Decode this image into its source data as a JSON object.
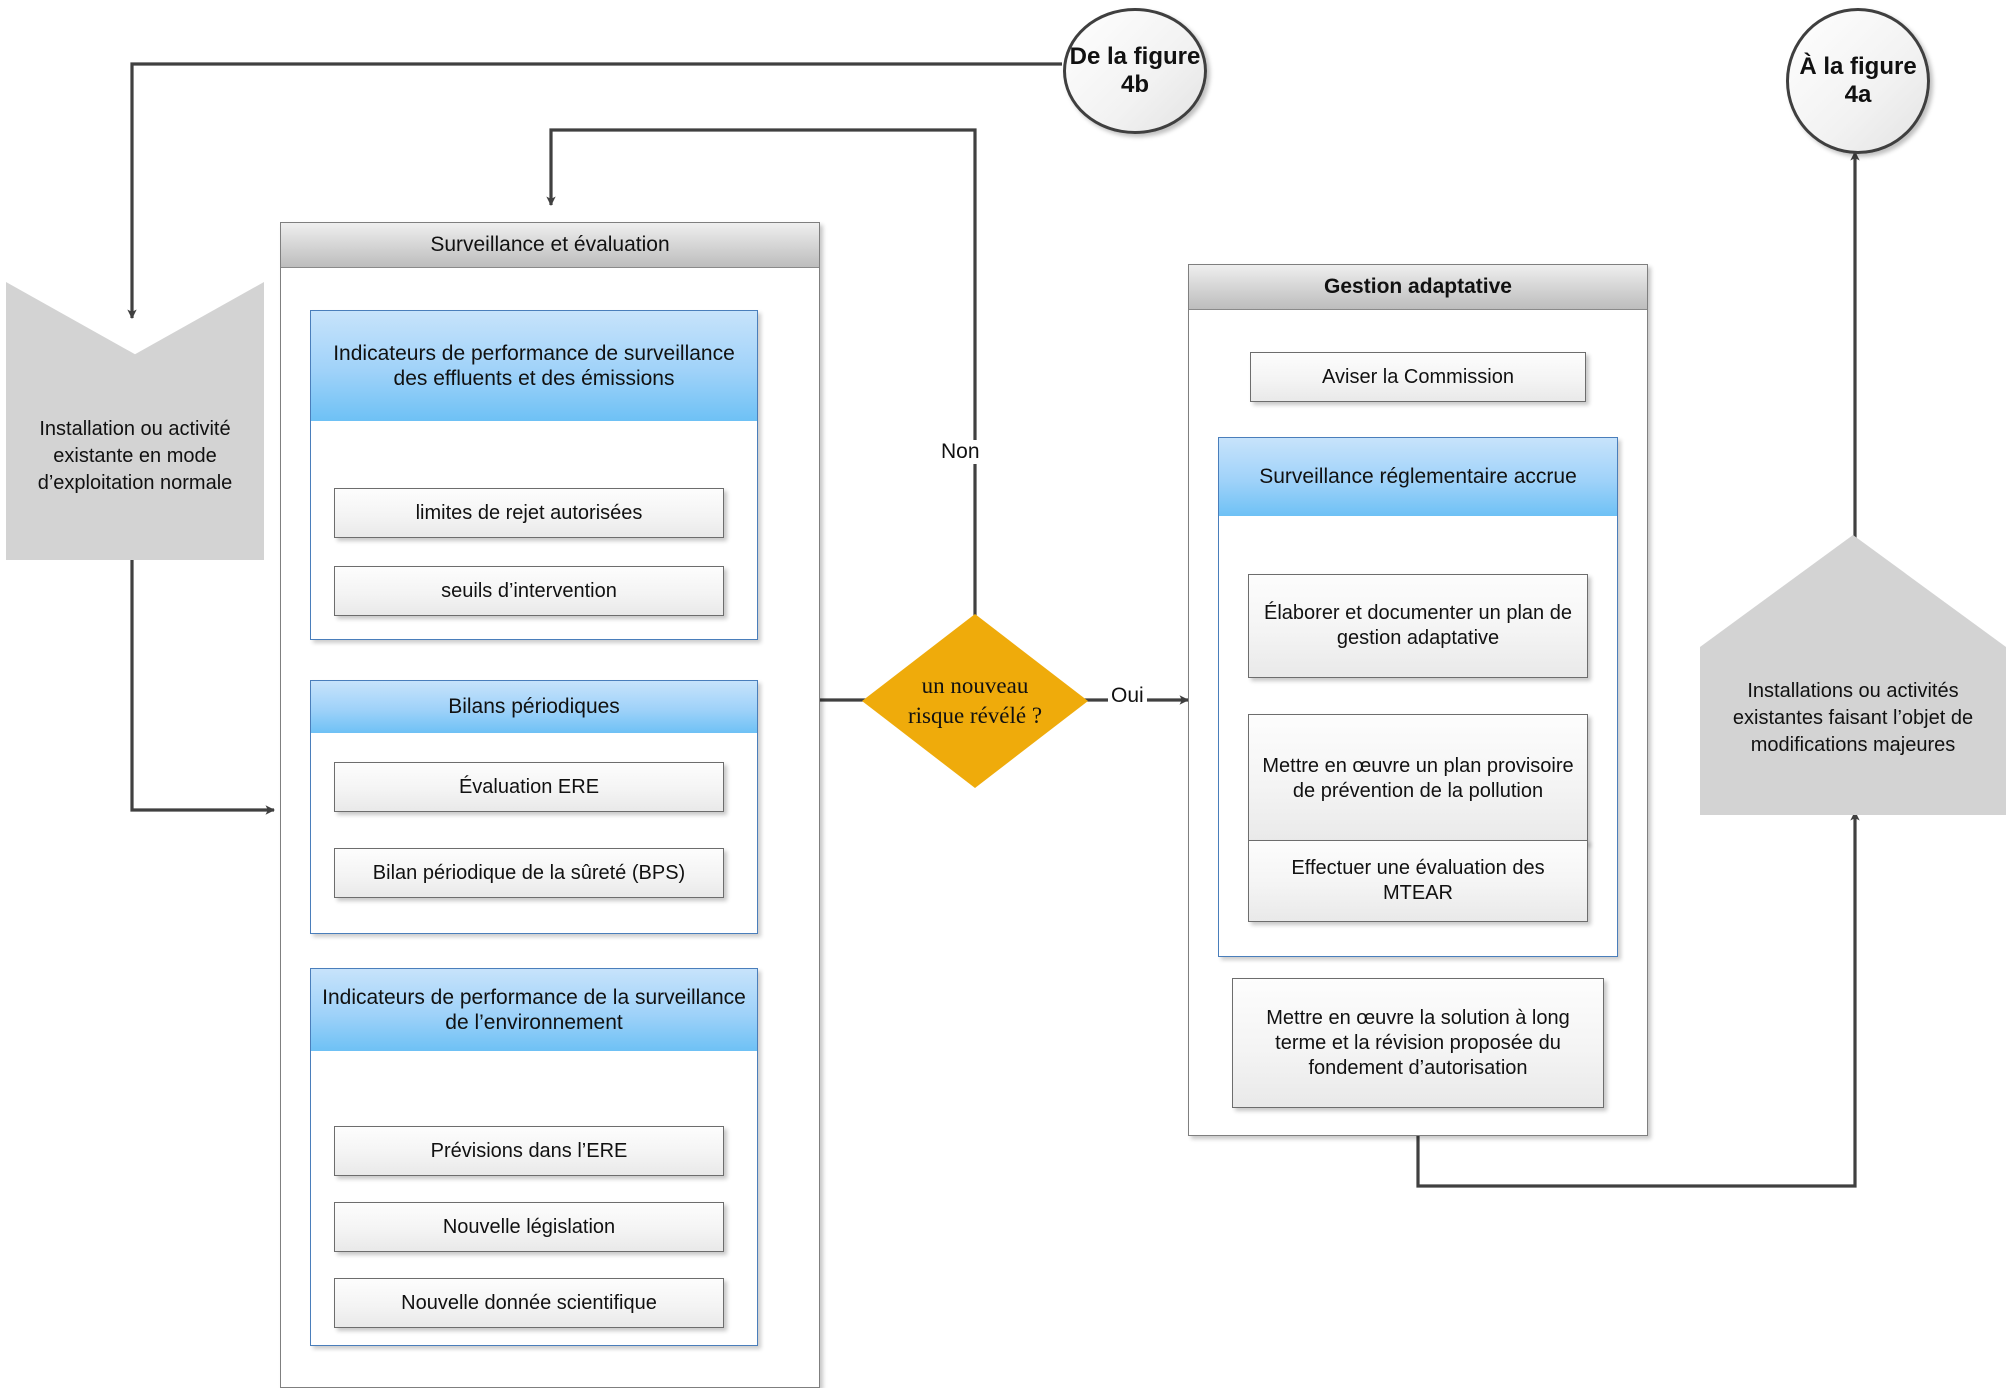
{
  "diagram": {
    "type": "flowchart",
    "language": "fr",
    "colors": {
      "decision_fill": "#efab0b",
      "terminator_fill": "#d3d3d3",
      "group_header_fill": "#bdbdbd",
      "subgroup_header_fill": "#6ec1f5",
      "subgroup_border": "#4a7ebb",
      "process_fill": "#f4f4f4",
      "edge_stroke": "#404040"
    }
  },
  "offpage": {
    "from": "De la figure 4b",
    "to": "À la figure 4a"
  },
  "terminators": {
    "left": "Installation ou activité existante en mode d’exploitation normale",
    "right": "Installations ou activités existantes faisant l’objet de modifications majeures"
  },
  "decision": {
    "label": "un nouveau risque révélé ?",
    "yes": "Oui",
    "no": "Non"
  },
  "panels": [
    {
      "id": "surveillance",
      "title": "Surveillance et évaluation",
      "bold_title": false,
      "groups": [
        {
          "id": "ipse",
          "header": "Indicateurs de performance de surveillance des effluents et des émissions",
          "items": [
            "limites de rejet autorisées",
            "seuils d’intervention"
          ]
        },
        {
          "id": "bilans",
          "header": "Bilans périodiques",
          "items": [
            "Évaluation ERE",
            "Bilan périodique de la sûreté (BPS)"
          ]
        },
        {
          "id": "ipenv",
          "header": "Indicateurs de performance de la surveillance de l’environnement",
          "items": [
            "Prévisions dans l’ERE",
            "Nouvelle législation",
            "Nouvelle donnée scientifique"
          ]
        }
      ]
    },
    {
      "id": "gestion",
      "title": "Gestion adaptative",
      "bold_title": true,
      "first_step": "Aviser la Commission",
      "groups": [
        {
          "id": "sra",
          "header": "Surveillance réglementaire accrue",
          "items": [
            "Élaborer et documenter un plan de gestion adaptative",
            "Mettre en œuvre un plan provisoire de prévention de la pollution",
            "Effectuer une évaluation des MTEAR"
          ]
        }
      ],
      "last_step": "Mettre en œuvre la solution à long terme et la révision proposée du fondement d’autorisation"
    }
  ]
}
